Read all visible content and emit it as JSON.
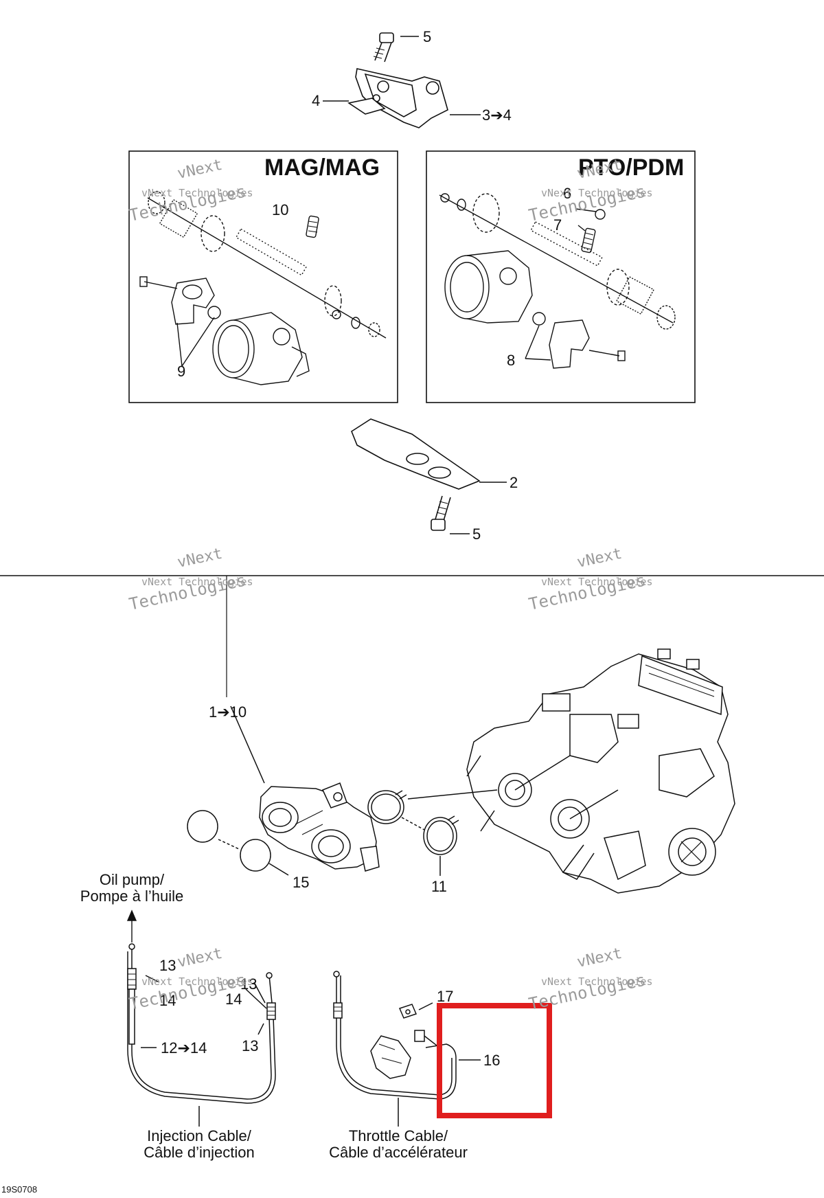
{
  "diagram": {
    "boxes": {
      "left_title": "MAG/MAG",
      "right_title": "PTO/PDM"
    },
    "labels": {
      "top_screw": "5",
      "bracket_ref": "4",
      "bracket_range": "3➔4",
      "sensor_left_6": "10",
      "sensor_right_6": "6",
      "spring_right": "7",
      "tps_right": "8",
      "tps_left": "9",
      "lower_bracket": "2",
      "lower_screw": "5",
      "throttle_body": "1➔10",
      "cap": "15",
      "clamp": "11",
      "inj_13a": "13",
      "inj_14a": "14",
      "inj_14b": "14",
      "inj_13b": "13",
      "inj_13c": "13",
      "inj_range": "12➔14",
      "thr_17": "17",
      "thr_16": "16"
    },
    "captions": {
      "oil_pump_en": "Oil pump/",
      "oil_pump_fr": "Pompe à l’huile",
      "injection_en": "Injection Cable/",
      "injection_fr": "Câble d’injection",
      "throttle_en": "Throttle Cable/",
      "throttle_fr": "Câble d’accélérateur"
    },
    "watermark": {
      "line1": "vNext",
      "line2": "vNext Technologies",
      "line3": "Technologies"
    },
    "figure_code": "19S0708",
    "highlight_color": "#e01e1e"
  }
}
